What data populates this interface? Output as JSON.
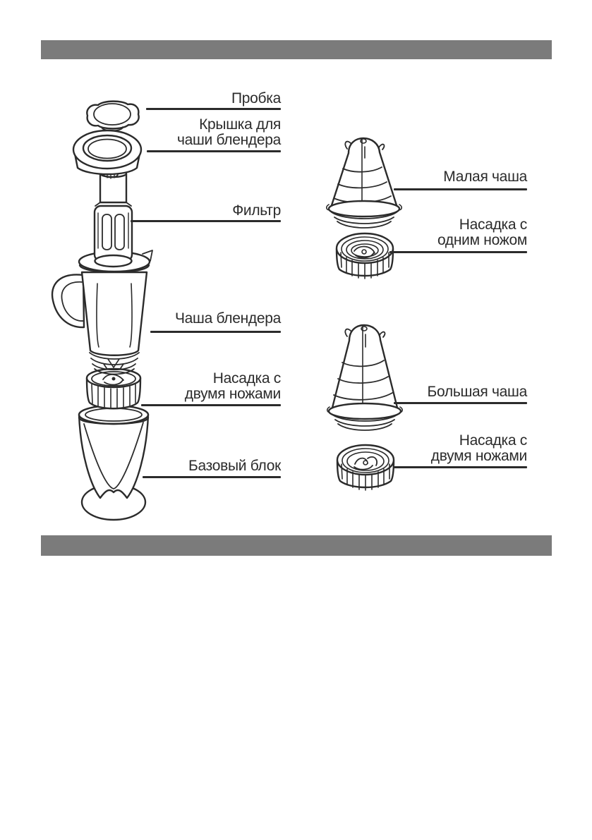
{
  "colors": {
    "divider_bar": "#7b7b7b",
    "ink": "#2b2b2b",
    "background": "#ffffff"
  },
  "diagram": {
    "left_labels": [
      {
        "part": "stopper",
        "text": "Пробка"
      },
      {
        "part": "blender-bowl-lid",
        "text": "Крышка для\nчаши блендера"
      },
      {
        "part": "filter",
        "text": "Фильтр"
      },
      {
        "part": "blender-bowl",
        "text": "Чаша блендера"
      },
      {
        "part": "two-blade-attachment",
        "text": "Насадка с\nдвумя ножами"
      },
      {
        "part": "base-unit",
        "text": "Базовый блок"
      }
    ],
    "right_labels": [
      {
        "part": "small-bowl",
        "text": "Малая чаша"
      },
      {
        "part": "one-blade-attachment",
        "text": "Насадка с\nодним ножом"
      },
      {
        "part": "large-bowl",
        "text": "Большая чаша"
      },
      {
        "part": "two-blade-attachment",
        "text": "Насадка с\nдвумя ножами"
      }
    ]
  }
}
